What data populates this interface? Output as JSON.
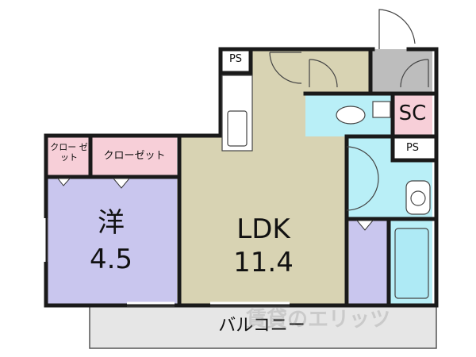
{
  "rooms": {
    "western": {
      "name": "洋",
      "size": "4.5"
    },
    "ldk": {
      "name": "LDK",
      "size": "11.4"
    },
    "closet_large": "クローゼット",
    "closet_small": "クロー ゼット",
    "ps_top": "PS",
    "ps_right": "PS",
    "sc": "SC",
    "balcony": "バルコニー"
  },
  "watermark": "賃貸のエリッツ",
  "colors": {
    "ldk": "#d8d3b3",
    "western": "#c9c6ee",
    "closet": "#f7cfd8",
    "bath": "#b9eff7",
    "gray": "#bdbdbd",
    "storage": "#c9c6ee",
    "balcony": "#e6e6e6",
    "wall": "#1a1a1a"
  }
}
